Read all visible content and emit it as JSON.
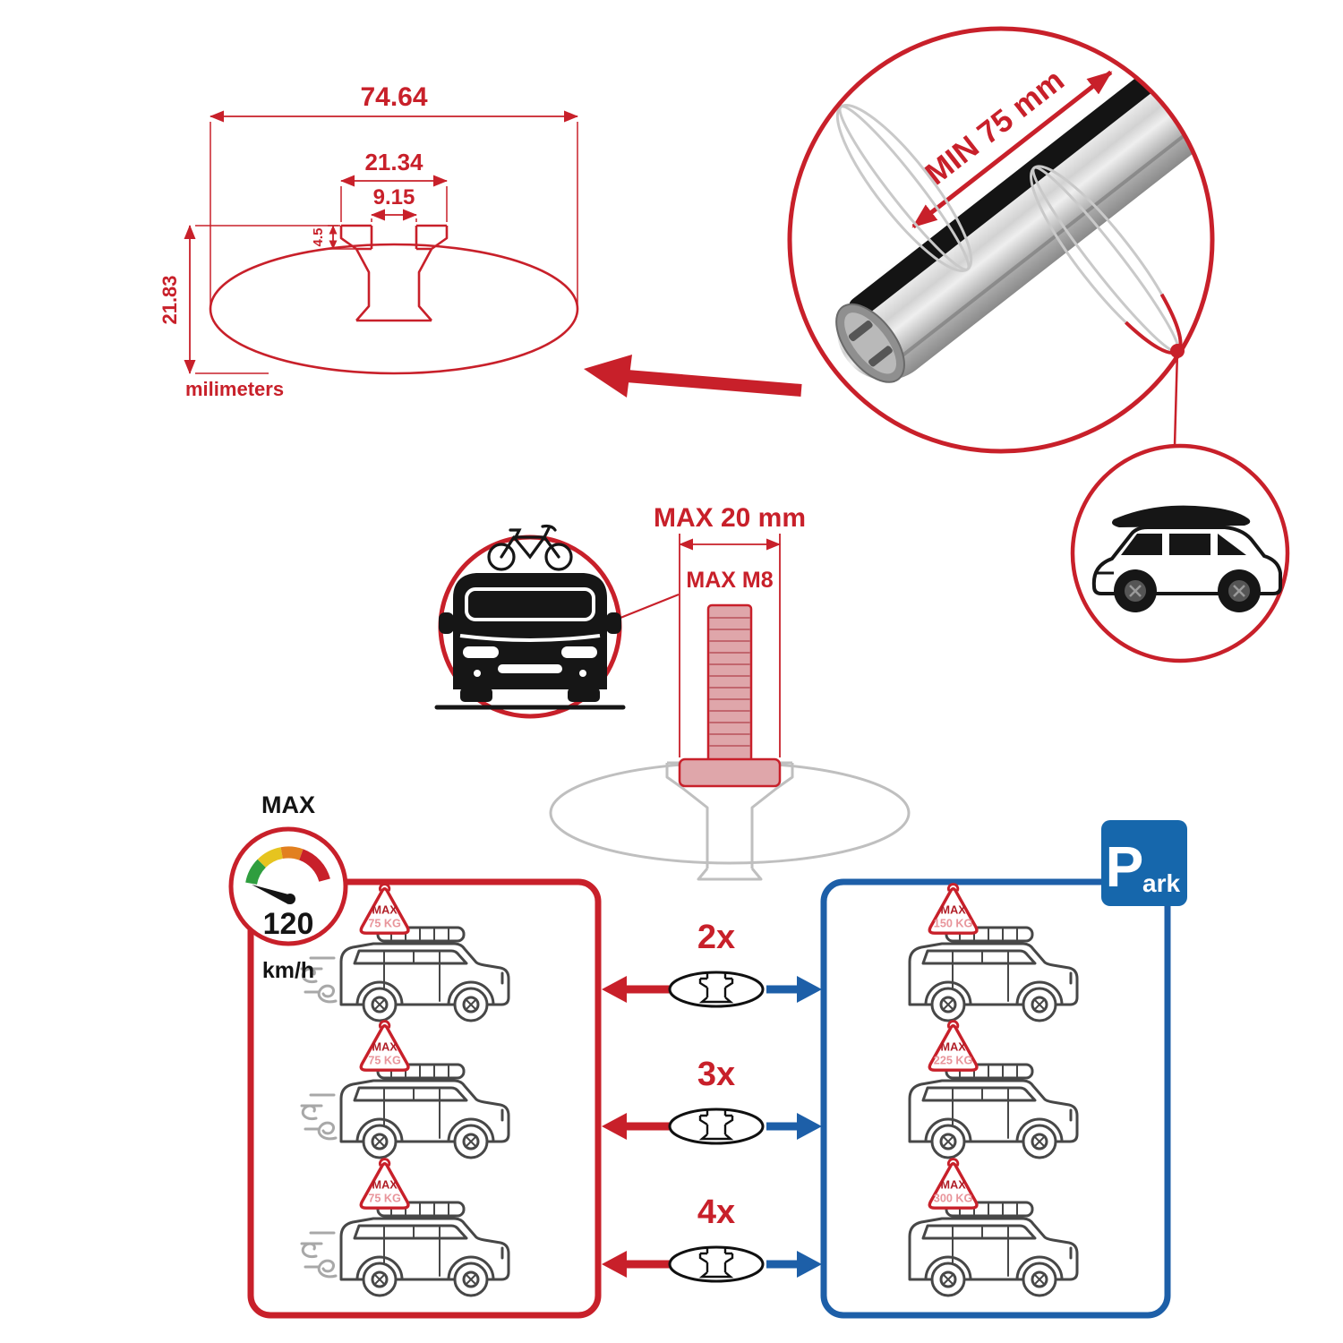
{
  "colors": {
    "accent_red": "#c8202a",
    "accent_blue": "#1d5fa8",
    "badge_pink": "#e8959b",
    "faded_gray": "#bfbfbf"
  },
  "cross_section": {
    "width_outer_mm": "74.64",
    "width_channel_mm": "21.34",
    "width_slot_mm": "9.15",
    "lip_depth_mm": "4.5",
    "height_mm": "21.83",
    "units_label": "milimeters"
  },
  "bar_detail": {
    "min_span_label": "MIN 75 mm"
  },
  "bolt": {
    "max_width_label": "MAX 20 mm",
    "max_thread_label": "MAX M8"
  },
  "gauge": {
    "title": "MAX",
    "value": "120",
    "units": "km/h"
  },
  "rows": [
    {
      "count": "2x",
      "drive_badge": {
        "l1": "MAX",
        "l2": "75 KG"
      },
      "park_badge": {
        "l1": "MAX",
        "l2": "150 KG"
      }
    },
    {
      "count": "3x",
      "drive_badge": {
        "l1": "MAX",
        "l2": "75 KG"
      },
      "park_badge": {
        "l1": "MAX",
        "l2": "225 KG"
      }
    },
    {
      "count": "4x",
      "drive_badge": {
        "l1": "MAX",
        "l2": "75 KG"
      },
      "park_badge": {
        "l1": "MAX",
        "l2": "300 KG"
      }
    }
  ],
  "park_sign": {
    "big": "P",
    "rest": "ark"
  }
}
